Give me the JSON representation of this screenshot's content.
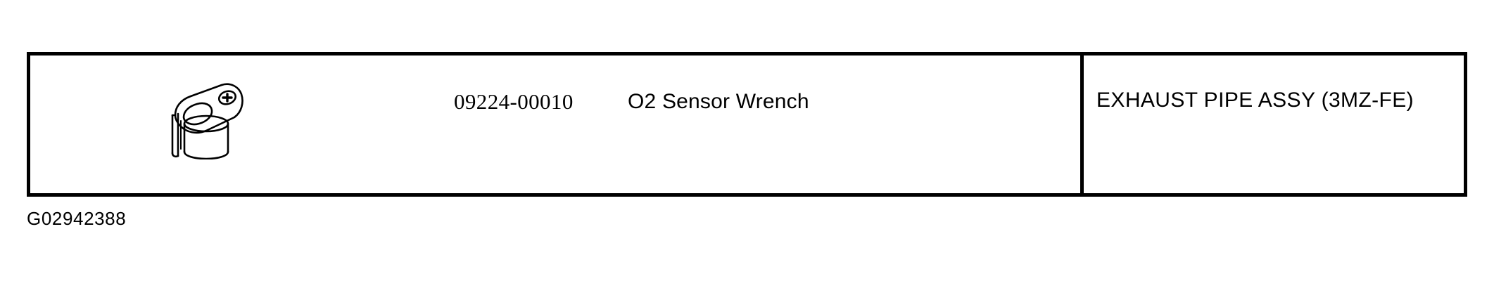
{
  "document": {
    "figure_caption": "G02942388"
  },
  "table": {
    "columns": [
      {
        "name": "tool",
        "label": ""
      },
      {
        "name": "application",
        "label": ""
      }
    ],
    "rows": [
      {
        "illustration": {
          "icon_name": "o2-sensor-wrench-illustration",
          "description": "line drawing of an O2 sensor wrench socket with offset handle"
        },
        "part_number": "09224-00010",
        "tool_name": "O2 Sensor Wrench",
        "application": "EXHAUST PIPE ASSY (3MZ-FE)"
      }
    ]
  },
  "style": {
    "ink": "#000000",
    "paper": "#ffffff"
  }
}
